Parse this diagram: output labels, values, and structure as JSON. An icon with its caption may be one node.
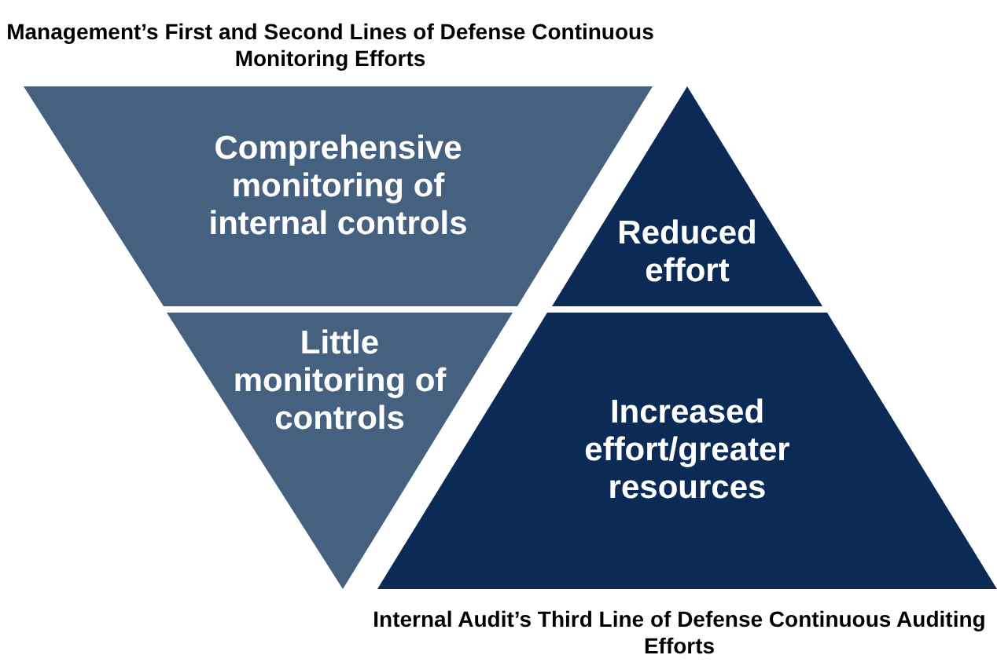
{
  "diagram": {
    "nodes": [
      {
        "text": [
          "Comprehensive monitoring of internal controls"
        ]
      },
      {
        "text": [
          "Little monitoring of controls"
        ]
      },
      {
        "text": [
          "Reduced effort"
        ]
      },
      {
        "text": [
          "Increased effort/greater resources"
        ]
      }
    ],
    "labels": [
      "Management’s First and Second Lines of Defense Continuous Monitoring Efforts",
      "Internal Audit’s Third Line of Defense Continuous Auditing Efforts"
    ]
  }
}
